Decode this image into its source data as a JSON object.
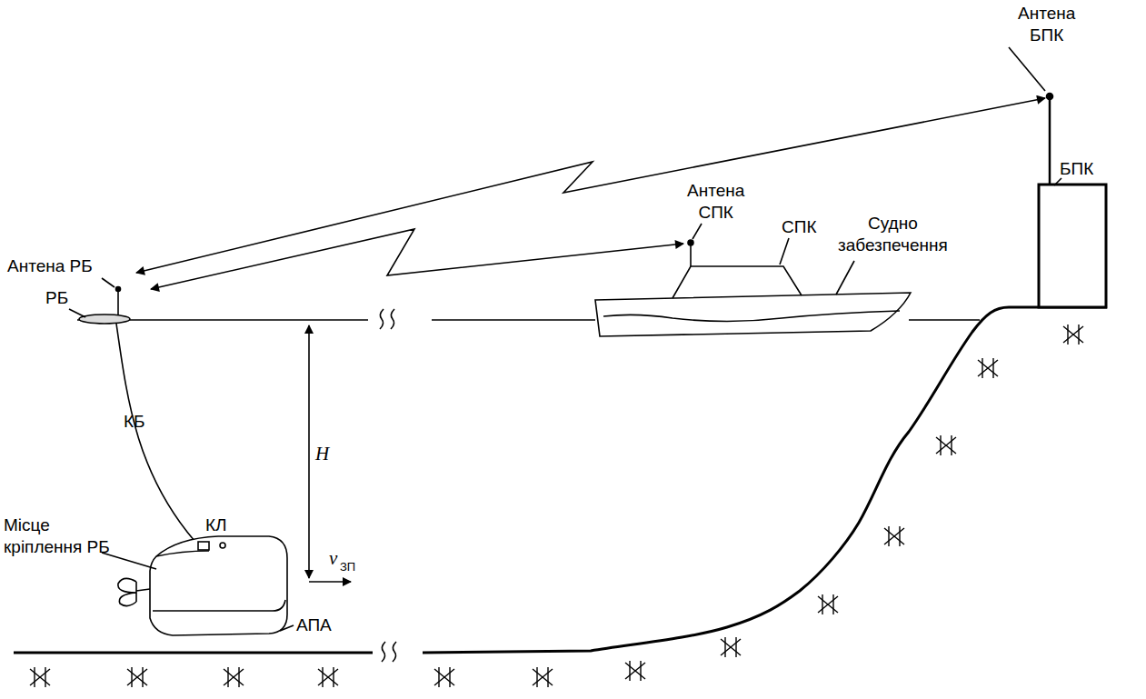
{
  "diagram": {
    "labels": [
      "Антена БПК",
      "БПК",
      "Антена СПК",
      "СПК",
      "Судно забезпечення",
      "Антена РБ",
      "РБ",
      "КБ",
      "H",
      "Місце кріплення РБ",
      "КЛ",
      "v",
      "ЗП",
      "АПА"
    ]
  }
}
